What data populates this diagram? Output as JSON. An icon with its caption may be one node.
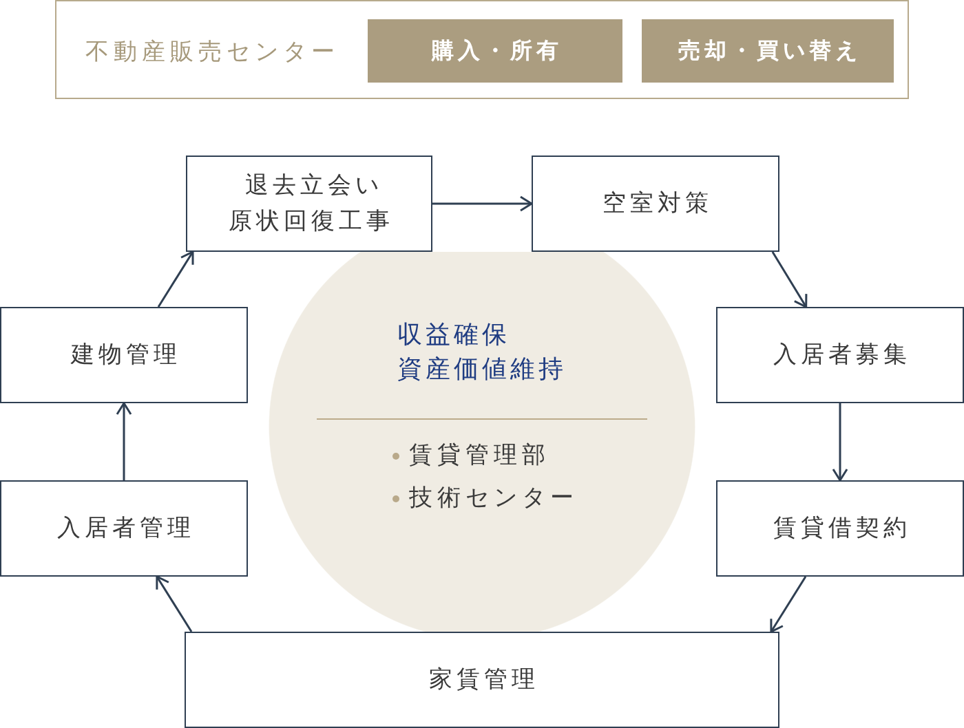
{
  "diagram": {
    "nodes": [
      {
        "text": [
          "不動産販売センター"
        ]
      },
      {
        "text": [
          "購入・所有"
        ],
        "in": 0
      },
      {
        "text": [
          "売却・買い替え"
        ],
        "in": 0
      },
      {
        "text": [
          "退去立会い原状回復工事"
        ]
      },
      {
        "text": [
          "空室対策"
        ]
      },
      {
        "text": [
          "入居者募集"
        ]
      },
      {
        "text": [
          "賃貸借契約"
        ]
      },
      {
        "text": [
          "家賃管理"
        ]
      },
      {
        "text": [
          "入居者管理"
        ]
      },
      {
        "text": [
          "建物管理"
        ]
      },
      {
        "text": [
          "収益確保",
          "資産価値維持",
          "賃貸管理部",
          "技術センター"
        ]
      }
    ],
    "edges": [
      {
        "from": 3,
        "to": 4,
        "arrow": "to"
      },
      {
        "from": 4,
        "to": 5,
        "arrow": "to"
      },
      {
        "from": 5,
        "to": 6,
        "arrow": "to"
      },
      {
        "from": 6,
        "to": 7,
        "arrow": "to"
      },
      {
        "from": 7,
        "to": 8,
        "arrow": "to"
      },
      {
        "from": 8,
        "to": 9,
        "arrow": "to"
      },
      {
        "from": 9,
        "to": 3,
        "arrow": "to"
      }
    ]
  }
}
